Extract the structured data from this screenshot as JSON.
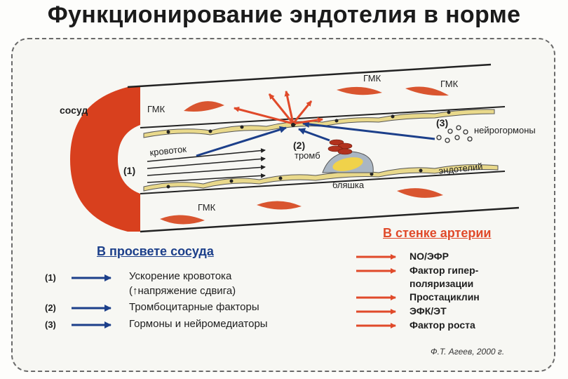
{
  "title": "Функционирование эндотелия в норме",
  "colors": {
    "red": "#e04a2a",
    "blue": "#1c3f8a",
    "vessel": "#d8401e",
    "smc": "#d9552f",
    "endo": "#e9d98b"
  },
  "diagram": {
    "vessel": "сосуд",
    "smc": "ГМК",
    "flow": "кровоток",
    "num1": "(1)",
    "num2": "(2)",
    "num3": "(3)",
    "thrombus": "тромб",
    "plaque": "бляшка",
    "neuro": "нейрогормоны",
    "endothelium": "эндотелий"
  },
  "lumen_legend": {
    "title": "В просвете сосуда",
    "items": [
      {
        "num": "(1)",
        "lines": [
          "Ускорение кровотока",
          "(↑напряжение сдвига)"
        ]
      },
      {
        "num": "(2)",
        "lines": [
          "Тромбоцитарные факторы"
        ]
      },
      {
        "num": "(3)",
        "lines": [
          "Гормоны и нейромедиаторы"
        ]
      }
    ]
  },
  "wall_legend": {
    "title": "В стенке артерии",
    "items": [
      {
        "lines": [
          "NO/ЭФР"
        ]
      },
      {
        "lines": [
          "Фактор гипер-",
          "поляризации"
        ]
      },
      {
        "lines": [
          "Простациклин"
        ]
      },
      {
        "lines": [
          "ЭФК/ЭТ"
        ]
      },
      {
        "lines": [
          "Фактор роста"
        ]
      }
    ]
  },
  "credit": "Ф.Т. Агеев, 2000 г."
}
